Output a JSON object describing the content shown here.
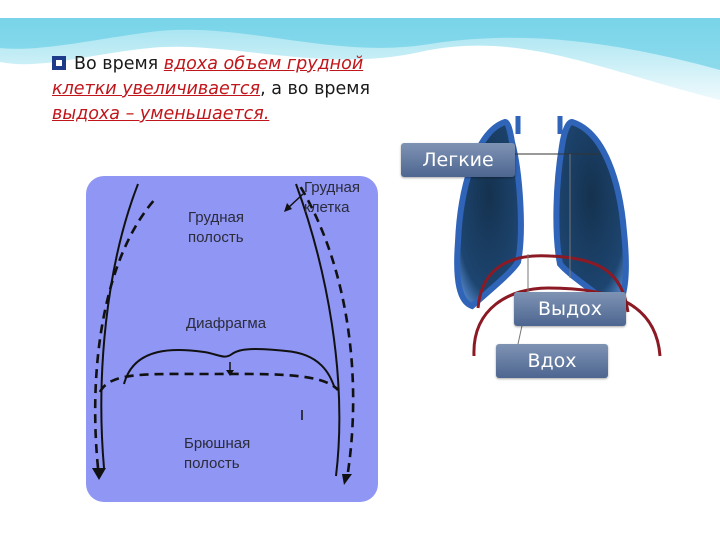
{
  "bullet": {
    "part1": "Во время ",
    "part2": "вдоха объем грудной клетки увеличивается",
    "part3": ", а во время ",
    "part4": "выдоха – уменьшается."
  },
  "diagram": {
    "chest_wall": "Грудная клетка",
    "chest_wall_line1": "Грудная",
    "chest_wall_line2": "клетка",
    "thoracic_line1": "Грудная",
    "thoracic_line2": "полость",
    "diaphragm": "Диафрагма",
    "abdominal_line1": "Брюшная",
    "abdominal_line2": "полость"
  },
  "labels": {
    "lungs": "Легкие",
    "exhale": "Выдох",
    "inhale": "Вдох"
  },
  "colors": {
    "diagram_bg": "#8f96f3",
    "accent_red": "#c0161b",
    "lung_blue": "#2f64b8",
    "diaphragm_curve": "#8b1a24"
  }
}
